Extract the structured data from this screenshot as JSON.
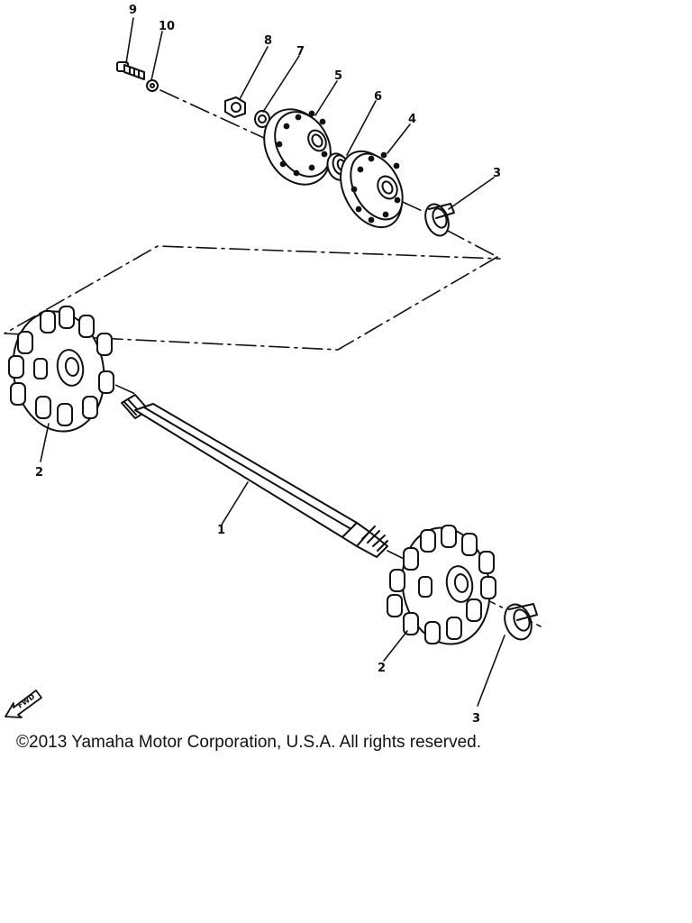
{
  "callouts": {
    "part_9": "9",
    "part_10": "10",
    "part_8": "8",
    "part_7": "7",
    "part_5": "5",
    "part_6": "6",
    "part_4": "4",
    "part_3_top": "3",
    "part_2_left": "2",
    "part_1": "1",
    "part_2_right": "2",
    "part_3_bottom": "3"
  },
  "forward_arrow": {
    "label": "FWD",
    "icon": "forward-direction-arrow-icon"
  },
  "copyright": "©2013 Yamaha Motor Corporation, U.S.A. All rights reserved.",
  "colors": {
    "ink": "#111111",
    "paper": "#ffffff"
  }
}
